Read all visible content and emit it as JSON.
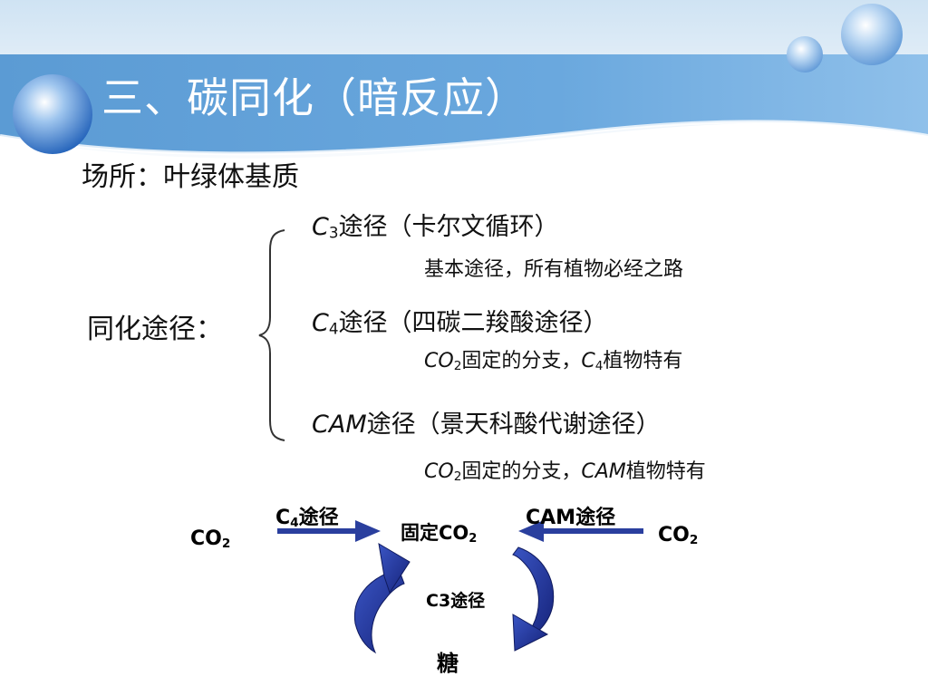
{
  "title": "三、碳同化（暗反应）",
  "location": "场所：叶绿体基质",
  "pathways_label": "同化途径：",
  "pathways": [
    {
      "sym": "C",
      "sub": "3",
      "rest": "途径（卡尔文循环）",
      "note_pre": "基本途径，所有植物必经之路",
      "note_sub": "",
      "note_mid": "",
      "note_sym": "",
      "note_sub2": "",
      "note_post": ""
    },
    {
      "sym": "C",
      "sub": "4",
      "rest": "途径（四碳二羧酸途径）",
      "note_pre": "CO",
      "note_sub": "2",
      "note_mid": "固定的分支，",
      "note_sym": "C",
      "note_sub2": "4",
      "note_post": "植物特有"
    },
    {
      "sym": "CAM",
      "sub": "",
      "rest": "途径（景天科酸代谢途径）",
      "note_pre": "CO",
      "note_sub": "2",
      "note_mid": "固定的分支，",
      "note_sym": "CAM",
      "note_sub2": "",
      "note_post": "植物特有"
    }
  ],
  "diagram": {
    "left_co2": "CO",
    "left_co2_sub": "2",
    "right_co2": "CO",
    "right_co2_sub": "2",
    "c4_label": "C",
    "c4_label_sub": "4",
    "c4_label_rest": "途径",
    "cam_label": "CAM途径",
    "fix_label": "固定CO",
    "fix_label_sub": "2",
    "c3_label": "C3途径",
    "sugar_label": "糖"
  },
  "colors": {
    "header_blue": "#5f9fd6",
    "arrow_blue": "#2a3f9e",
    "curve_blue": "#1e2f8f"
  }
}
